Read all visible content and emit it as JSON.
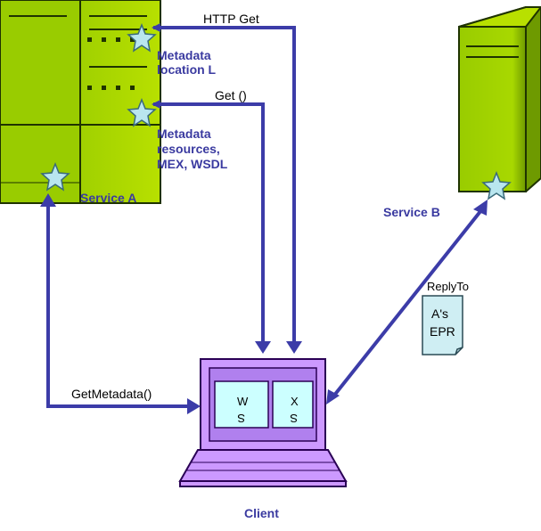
{
  "colors": {
    "arrow": "#3c3ca8",
    "server_green": "#99cc00",
    "server_dark": "#4f7a00",
    "laptop_purple": "#cc99ff",
    "star_fill": "#b9e6ef",
    "doc_fill": "#cfeef3"
  },
  "service_a": {
    "label": "Service A"
  },
  "service_b": {
    "label": "Service B"
  },
  "client": {
    "label": "Client"
  },
  "annotations": {
    "metadata_location_line1": "Metadata",
    "metadata_location_line2": "location L",
    "metadata_resources_line1": "Metadata",
    "metadata_resources_line2": "resources,",
    "metadata_resources_line3": "MEX, WSDL"
  },
  "arrows": {
    "http_get": "HTTP Get",
    "get": "Get ()",
    "get_metadata": "GetMetadata()"
  },
  "reply_to": {
    "label": "ReplyTo",
    "doc_line1": "A's",
    "doc_line2": "EPR"
  },
  "client_windows": {
    "left_glyph1": "W",
    "left_glyph2": "S",
    "right_glyph1": "X",
    "right_glyph2": "S"
  }
}
